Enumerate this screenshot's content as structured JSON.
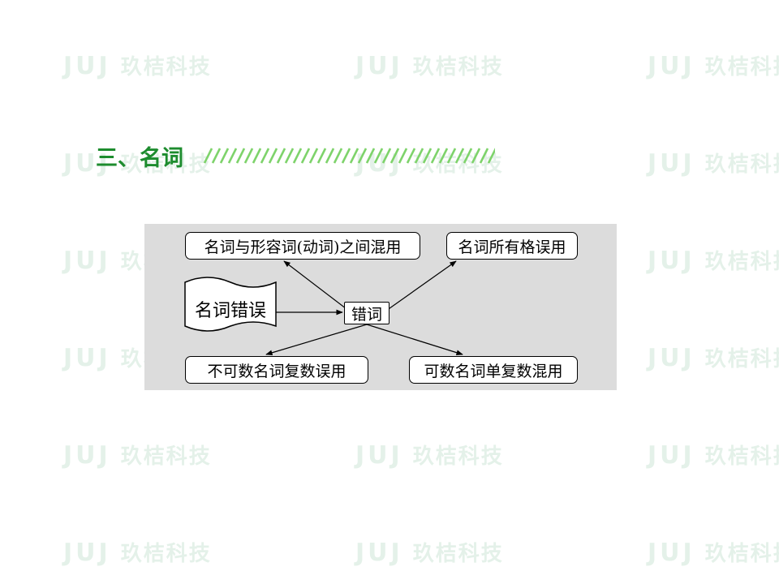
{
  "watermark": {
    "logo": "JUJ",
    "text": "玖桔科技"
  },
  "heading": {
    "text": "三、名词",
    "color": "#1d8c2e",
    "stripe_color": "#7ed36b"
  },
  "diagram": {
    "background": "#dcdcdc",
    "source": "名词错误",
    "center": "错词",
    "top_left": "名词与形容词(动词)之间混用",
    "top_right": "名词所有格误用",
    "bottom_left": "不可数名词复数误用",
    "bottom_right": "可数名词单复数混用"
  }
}
